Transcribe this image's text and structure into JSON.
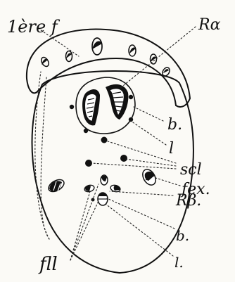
{
  "labels": {
    "first_f": "1ère f",
    "r_alpha": "Rα",
    "b_upper": "b.",
    "l_upper": "l",
    "scl": "scl",
    "fex": "fex.",
    "r_beta": "Rβ.",
    "fll": "fll",
    "b_lower": "b.",
    "l_lower": "l."
  },
  "colors": {
    "ink": "#111111",
    "paper": "#fbfaf6"
  }
}
